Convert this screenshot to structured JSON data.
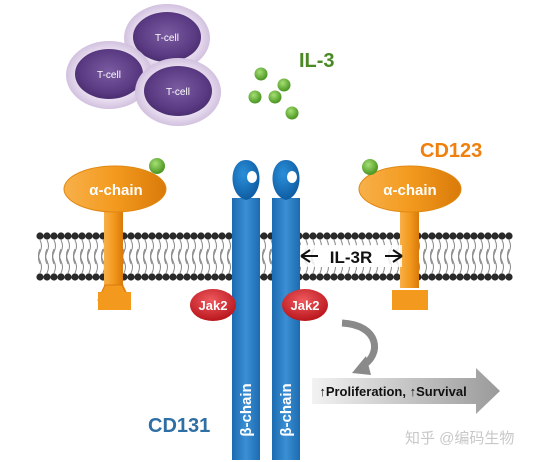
{
  "cytokine": {
    "label": "IL-3",
    "color": "#4a8a25"
  },
  "cells": {
    "labels": [
      "T-cell",
      "T-cell",
      "T-cell"
    ]
  },
  "receptor_alpha": {
    "name": "CD123",
    "name_color": "#f07f0d",
    "left_label": "α-chain",
    "right_label": "α-chain",
    "color": "#f39a1e"
  },
  "receptor_beta": {
    "name": "CD131",
    "name_color": "#2f6fa4",
    "left_label": "β-chain",
    "right_label": "β-chain",
    "color": "#2e7fc4"
  },
  "complex": {
    "label": "IL-3R"
  },
  "kinase": {
    "left_label": "Jak2",
    "right_label": "Jak2",
    "color": "#d8232a"
  },
  "outcome": {
    "label": "↑Proliferation, ↑Survival"
  },
  "watermark": {
    "text": "知乎 @编码生物"
  }
}
